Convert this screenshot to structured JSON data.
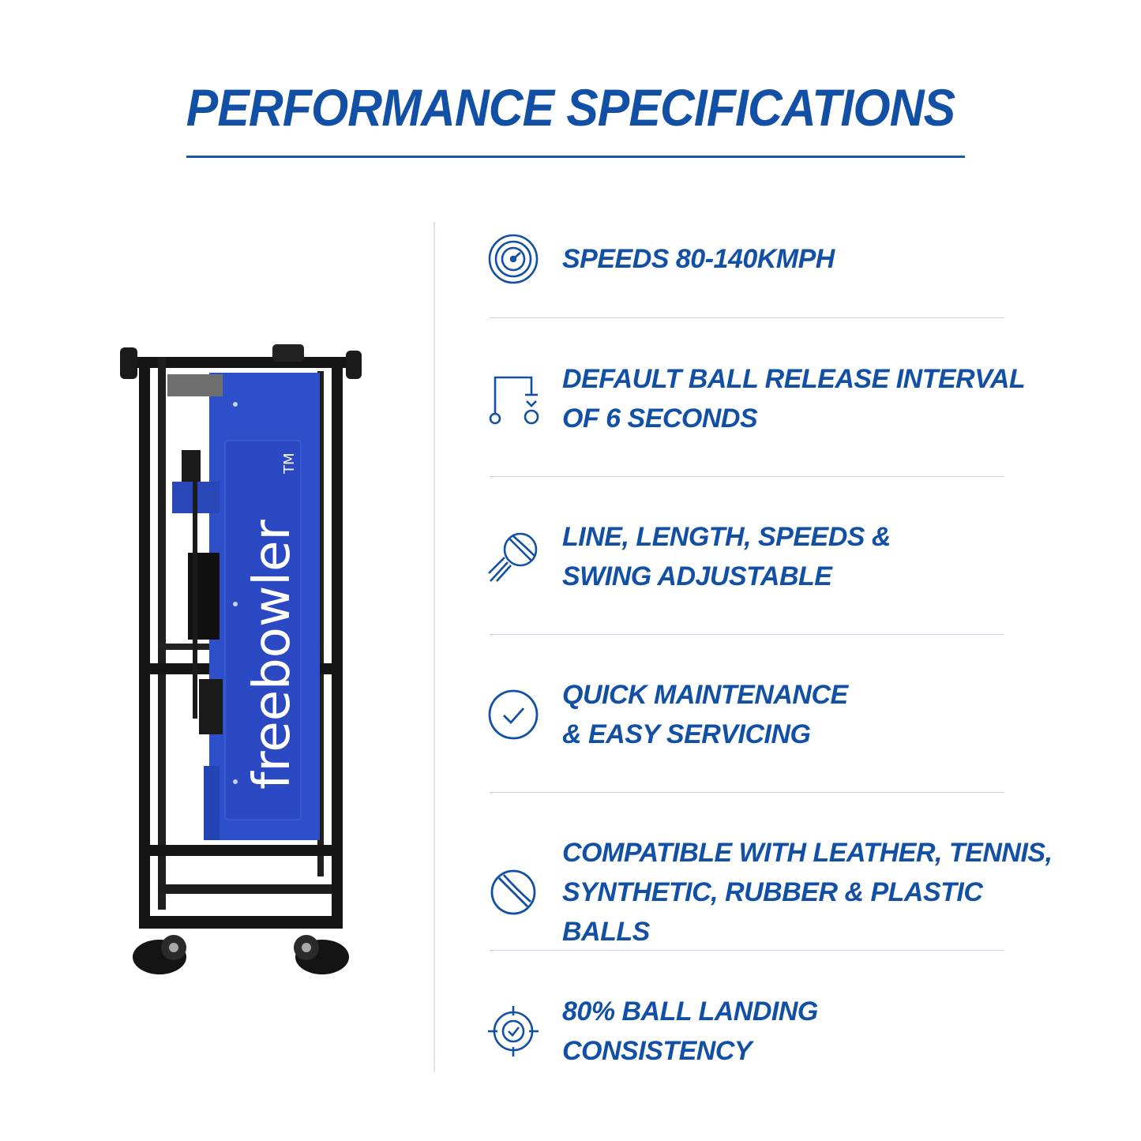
{
  "title": "PERFORMANCE SPECIFICATIONS",
  "product": {
    "brand": "freebowler",
    "trademark": "TM"
  },
  "colors": {
    "accent": "#1250a6",
    "panel_blue": "#2d4fc9",
    "frame": "#151515"
  },
  "specs": [
    {
      "icon": "speedometer-icon",
      "lines": [
        "SPEEDS 80-140KMPH"
      ]
    },
    {
      "icon": "ball-release-icon",
      "lines": [
        "DEFAULT BALL RELEASE INTERVAL",
        "OF 6 SECONDS"
      ]
    },
    {
      "icon": "swing-ball-icon",
      "lines": [
        "LINE, LENGTH, SPEEDS &",
        "SWING ADJUSTABLE"
      ]
    },
    {
      "icon": "check-circle-icon",
      "lines": [
        "QUICK MAINTENANCE",
        "& EASY SERVICING"
      ]
    },
    {
      "icon": "cricket-ball-icon",
      "lines": [
        "COMPATIBLE WITH LEATHER, TENNIS,",
        "SYNTHETIC, RUBBER & PLASTIC BALLS"
      ]
    },
    {
      "icon": "target-icon",
      "lines": [
        "80% BALL LANDING",
        "CONSISTENCY"
      ]
    }
  ]
}
